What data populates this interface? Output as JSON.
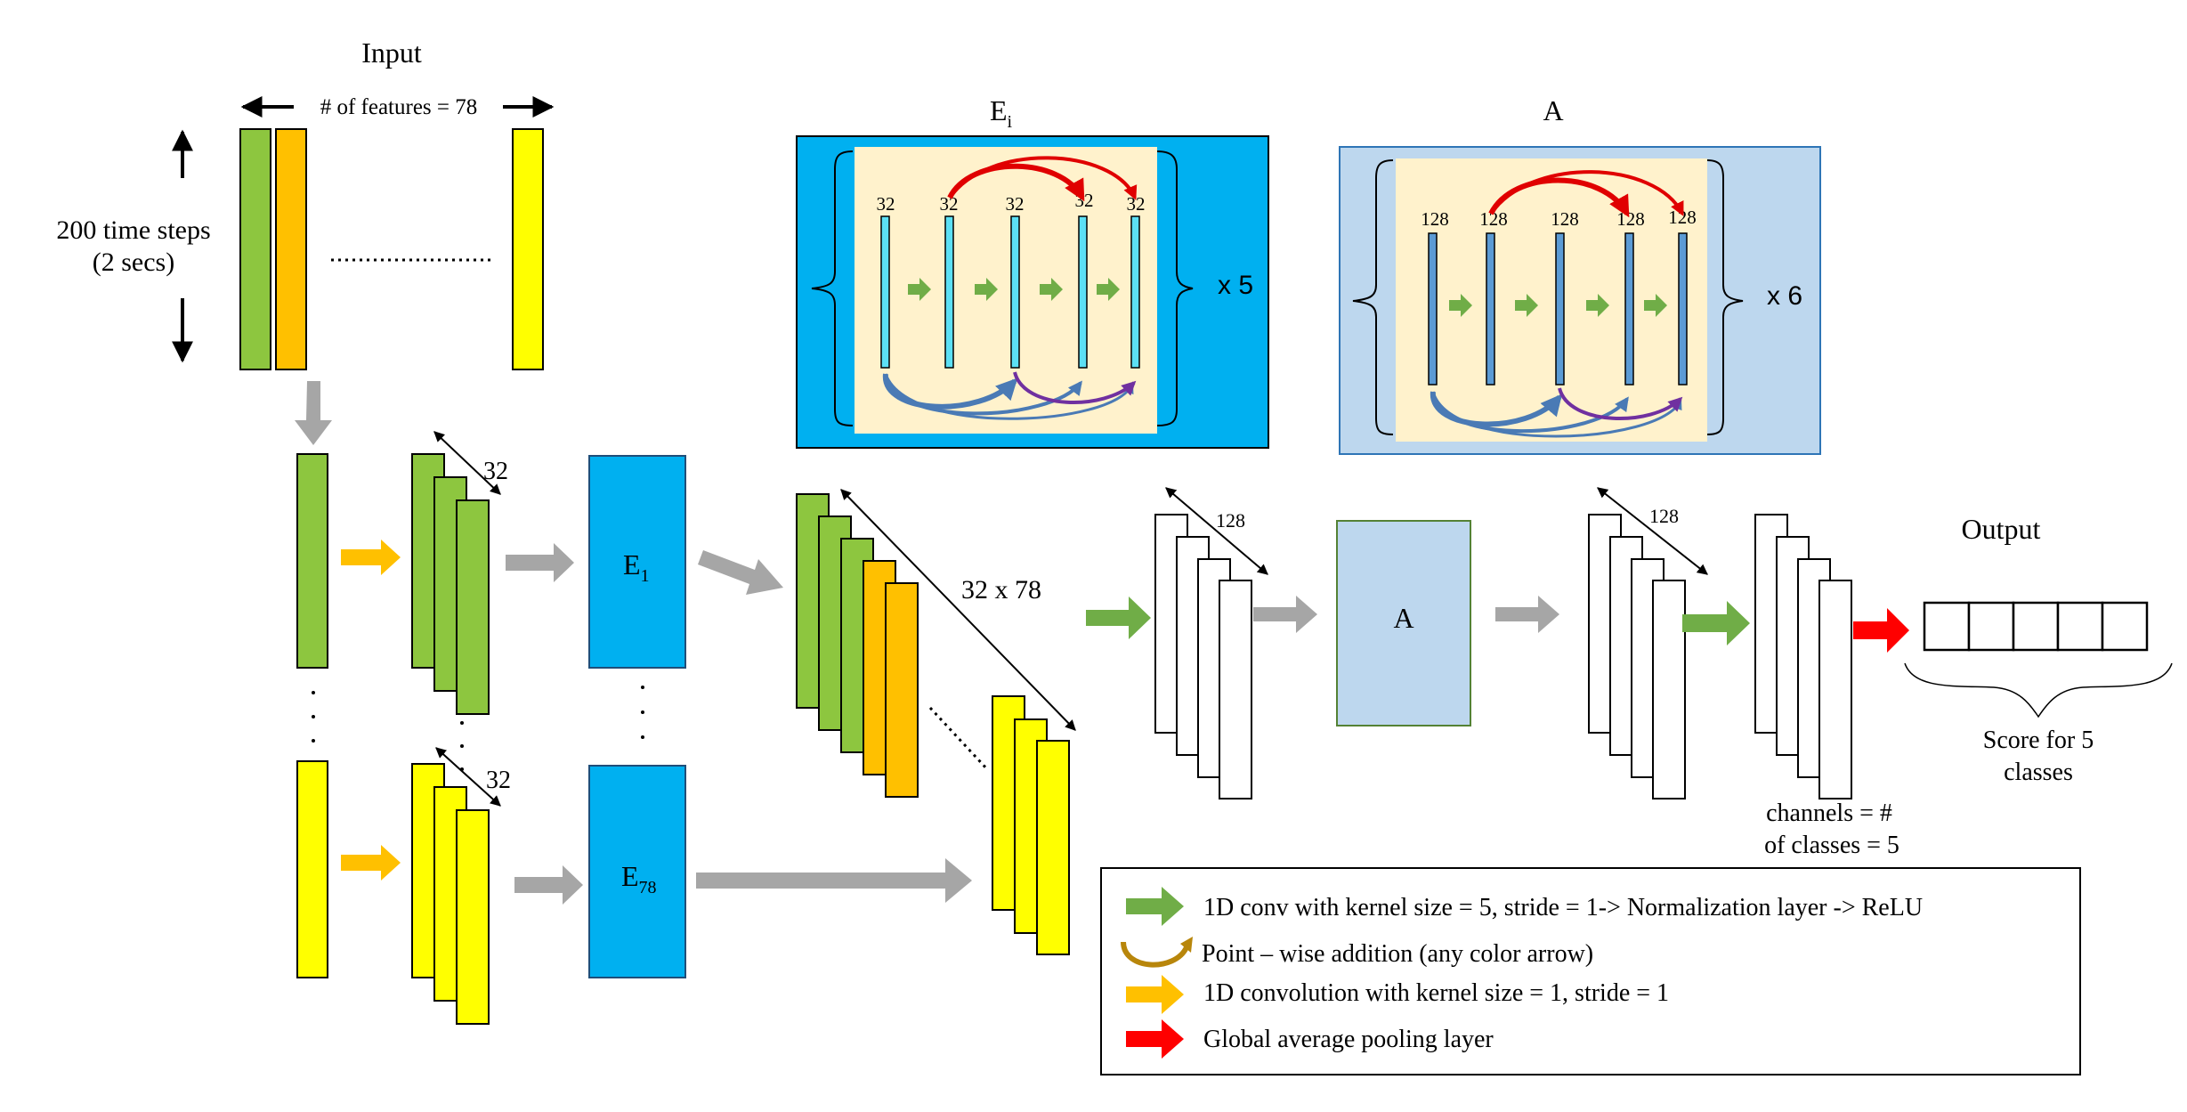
{
  "input": {
    "title": "Input",
    "features_label": "# of features = 78",
    "time_line1": "200 time steps",
    "time_line2": "(2 secs)"
  },
  "stage1": {
    "channels_top": "32",
    "channels_bottom": "32",
    "encoder_top": "E",
    "encoder_top_sub": "1",
    "encoder_bottom": "E",
    "encoder_bottom_sub": "78",
    "dots": ". . ."
  },
  "concat": {
    "label": "32 x 78"
  },
  "ei_block": {
    "title": "E",
    "title_sub": "i",
    "repeat": "x 5",
    "channel_labels": [
      "32",
      "32",
      "32",
      "32",
      "32"
    ]
  },
  "a_block": {
    "title": "A",
    "repeat": "x 6",
    "channel_labels": [
      "128",
      "128",
      "128",
      "128",
      "128"
    ]
  },
  "stage2": {
    "channels_a": "128",
    "a_label": "A",
    "channels_b": "128",
    "classes_line1": "channels = #",
    "classes_line2": "of classes = 5"
  },
  "output": {
    "title": "Output",
    "score_line1": "Score for 5",
    "score_line2": "classes",
    "num_boxes": 5
  },
  "legend": {
    "items": [
      {
        "text": "1D conv with kernel size = 5, stride = 1-> Normalization layer -> ReLU",
        "icon": "green-arrow"
      },
      {
        "text": "Point – wise addition (any color arrow)",
        "icon": "curved-arrow"
      },
      {
        "text": "1D convolution with kernel size = 1, stride = 1",
        "icon": "orange-arrow"
      },
      {
        "text": "Global average pooling layer",
        "icon": "red-arrow"
      }
    ]
  },
  "colors": {
    "green": "#8dc63f",
    "orange": "#ffc000",
    "yellow": "#ffff00",
    "blue": "#00b0f0",
    "light_blue": "#bdd7ee",
    "cream": "#fff2cc",
    "gray": "#a6a6a6",
    "conv_green": "#70ad47",
    "red": "#ff0000",
    "steel": "#5b9bd5"
  }
}
